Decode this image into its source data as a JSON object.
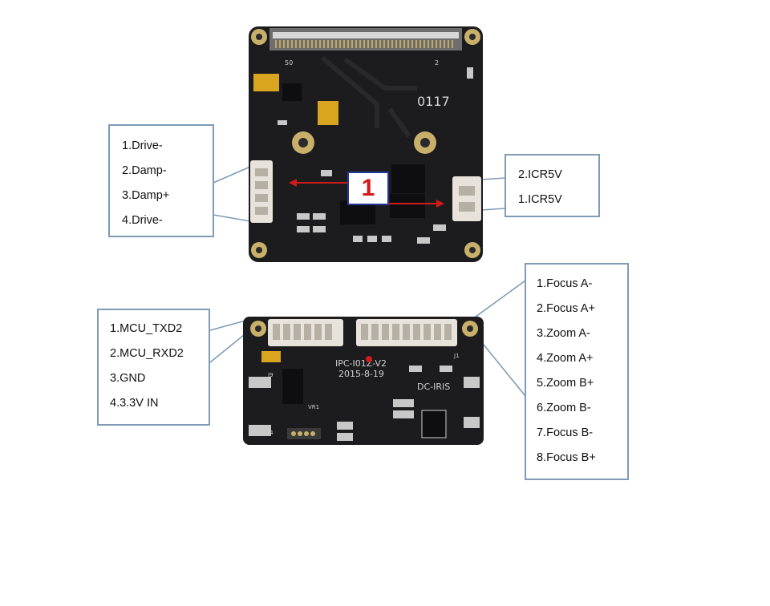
{
  "board_top": {
    "silk_left_num": "50",
    "silk_right_num": "2",
    "silk_code": "0117"
  },
  "board_bottom": {
    "silk_title": "IPC-I01Z-V2",
    "silk_date": "2015-8-19",
    "silk_iris": "DC-IRIS",
    "silk_j9": "J9",
    "silk_vr1": "VR1",
    "silk_j1": "J1",
    "silk_j4": "J4"
  },
  "marker": {
    "label": "1"
  },
  "callouts": {
    "drive": [
      "1.Drive-",
      "2.Damp-",
      "3.Damp+",
      "4.Drive-"
    ],
    "icr": [
      "2.ICR5V",
      "1.ICR5V"
    ],
    "mcu": [
      "1.MCU_TXD2",
      "2.MCU_RXD2",
      "3.GND",
      "4.3.3V IN"
    ],
    "focus_zoom": [
      "1.Focus A-",
      "2.Focus A+",
      "3.Zoom A-",
      "4.Zoom A+",
      "5.Zoom B+",
      "6.Zoom B-",
      "7.Focus B-",
      "8.Focus B+"
    ]
  },
  "colors": {
    "pcb": "#1c1c1e",
    "gold": "#c9b06a",
    "callout_border": "#7f9bb5",
    "marker_border": "#23399a",
    "marker_text": "#d11a1a",
    "arrow": "#d11a1a"
  }
}
